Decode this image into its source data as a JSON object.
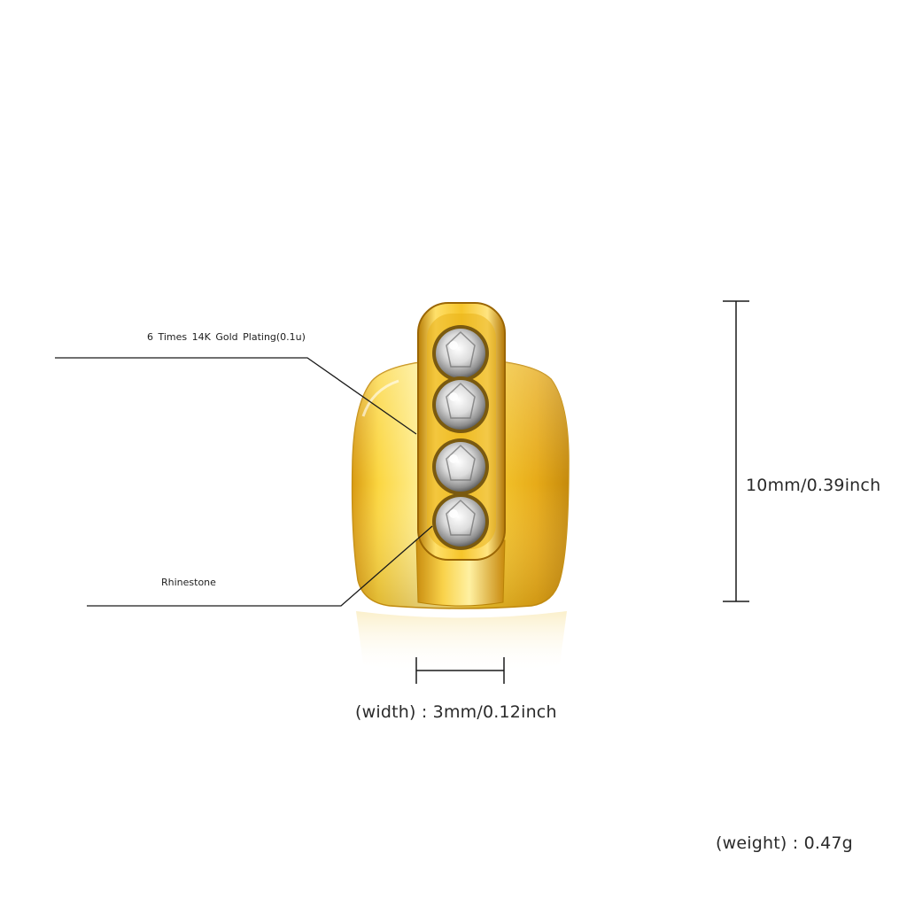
{
  "annotations": {
    "plating": "6 Times  14K  Gold  Plating(0.1u)",
    "rhinestone": "Rhinestone"
  },
  "dimensions": {
    "height": "10mm/0.39inch",
    "width": "(width) : 3mm/0.12inch",
    "weight": "(weight) : 0.47g"
  },
  "product": {
    "stone_count": 4
  },
  "colors": {
    "gold_light": "#fff3a8",
    "gold_mid": "#f2c21c",
    "gold_dark": "#b57d0a",
    "line": "#1a1a1a"
  }
}
